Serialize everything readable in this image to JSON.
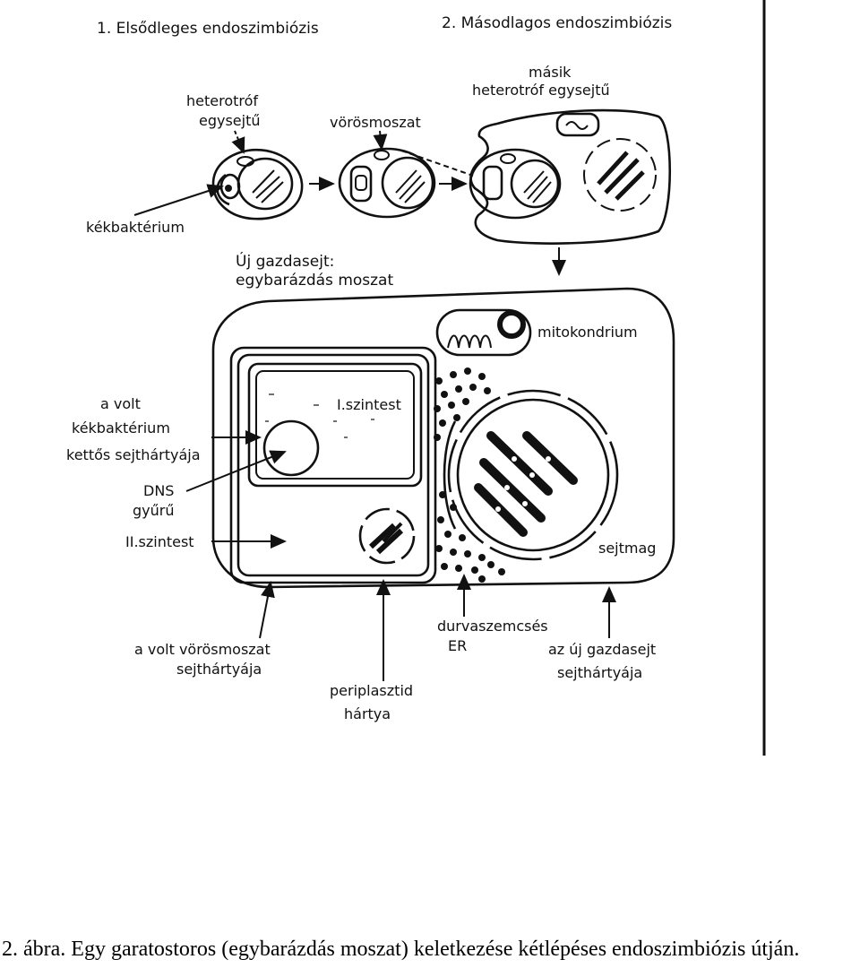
{
  "panel_titles": {
    "primary": "1. Elsődleges endoszimbiózis",
    "secondary": "2. Másodlagos endoszimbiózis"
  },
  "labels": {
    "heterotrof_1": "heterotróf",
    "heterotrof_2": "egysejtű",
    "kekbakterium": "kékbaktérium",
    "vorosmoszat": "vörösmoszat",
    "masik_1": "másik",
    "masik_2": "heterotróf egysejtű",
    "uj_gazdasejt_1": "Új gazdasejt:",
    "uj_gazdasejt_2": "egybarázdás moszat",
    "mitokondrium": "mitokondrium",
    "a_volt_1": "a volt",
    "a_volt_2": "kékbaktérium",
    "a_volt_3": "kettős sejthártyája",
    "i_szintest": "I.szintest",
    "dns_1": "DNS",
    "dns_2": "gyűrű",
    "ii_szintest": "II.szintest",
    "sejtmag": "sejtmag",
    "durva_1": "durvaszemcsés",
    "durva_2": "ER",
    "volt_voros_1": "a volt vörösmoszat",
    "volt_voros_2": "sejthártyája",
    "periplasztid_1": "periplasztid",
    "periplasztid_2": "hártya",
    "uj_gazda_membr_1": "az új gazdasejt",
    "uj_gazda_membr_2": "sejthártyája"
  },
  "caption": "2. ábra. Egy garatostoros (egybarázdás moszat) keletkezése kétlépéses endoszimbiózis útján."
}
